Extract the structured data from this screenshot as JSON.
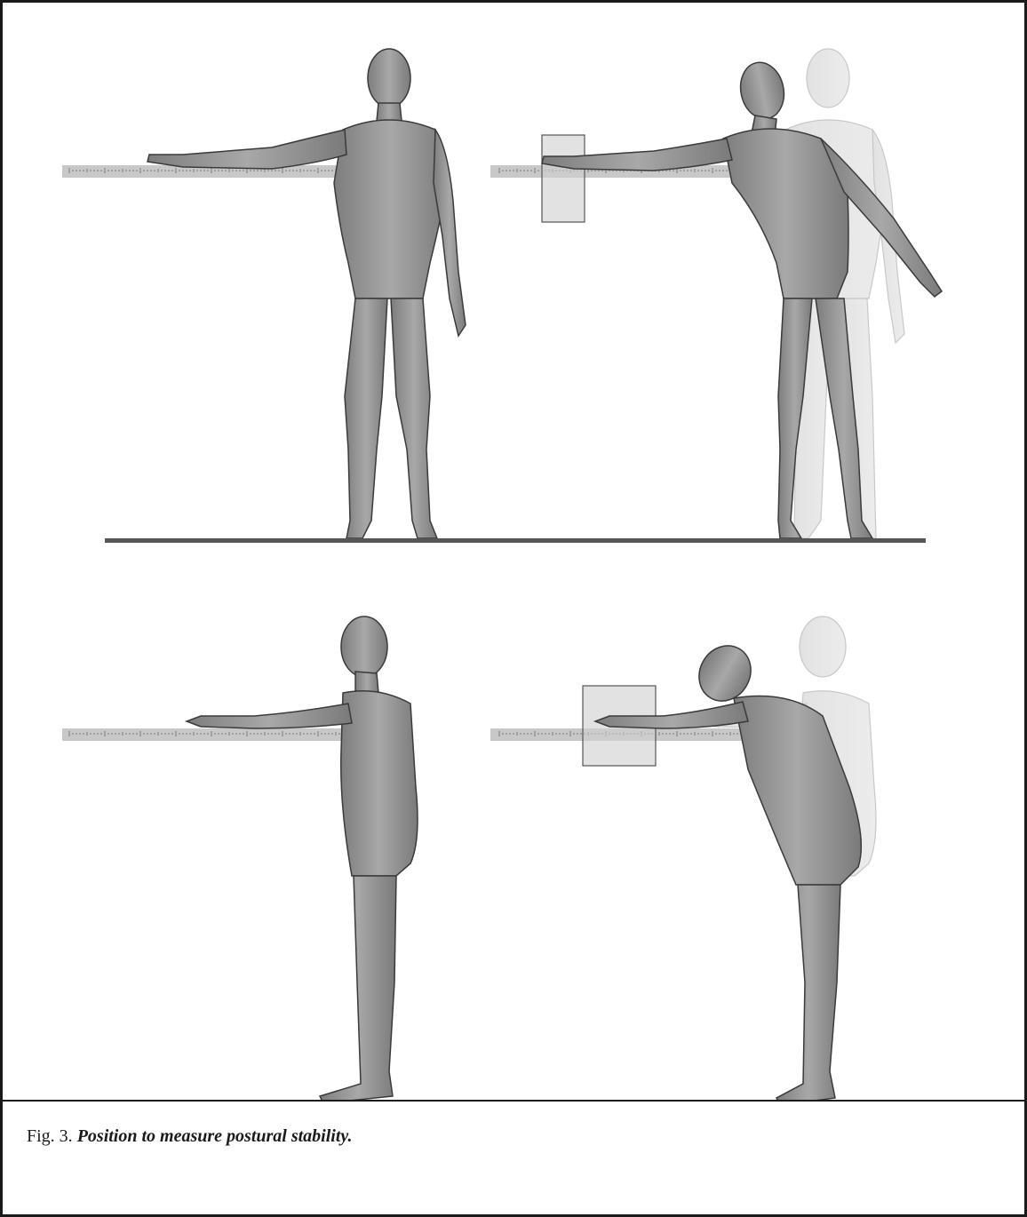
{
  "caption": {
    "label": "Fig. 3.",
    "text": "Position to measure postural stability."
  },
  "panels": [
    {
      "name": "front-upright"
    },
    {
      "name": "front-leaning"
    },
    {
      "name": "side-upright"
    },
    {
      "name": "side-leaning"
    }
  ],
  "colors": {
    "body": "#9a9a9a",
    "body_dark": "#6e6e6e",
    "ghost": "#e4e4e4",
    "ruler": "#c8c8c8",
    "ruler_ticks": "#7a7a7a",
    "floor": "#555555",
    "measure_box": "#cfcfcf"
  }
}
